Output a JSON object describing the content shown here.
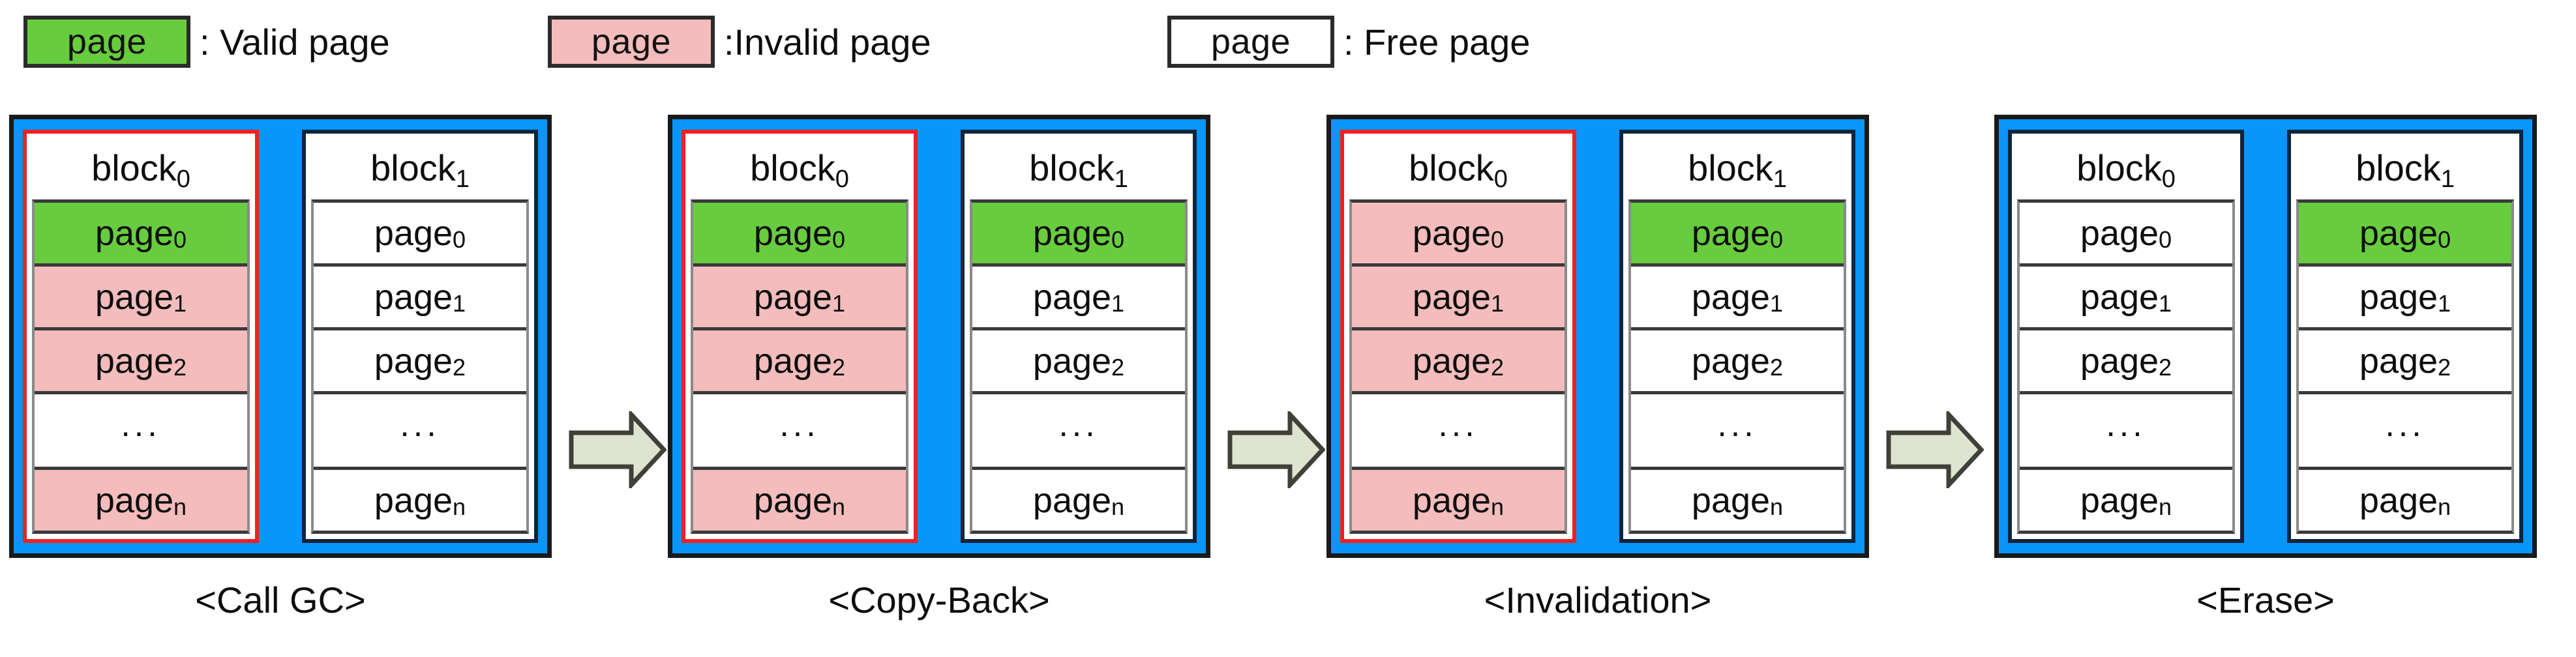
{
  "legend": {
    "items": [
      {
        "swatch_text": "page",
        "swatch_kind": "valid",
        "description": ": Valid page"
      },
      {
        "swatch_text": "page",
        "swatch_kind": "invalid",
        "description": ":Invalid page"
      },
      {
        "swatch_text": "page",
        "swatch_kind": "free",
        "description": ": Free page"
      }
    ]
  },
  "colors": {
    "valid_page": "#68cc3f",
    "invalid_page": "#f4bcbc",
    "free_page": "#ffffff",
    "panel_background": "#0a95fa",
    "selected_block_border": "#ef2121",
    "normal_block_border": "#10253d",
    "arrow_fill": "#dfe4d2",
    "arrow_outline": "#3f4038",
    "text": "#0d0d0d"
  },
  "stages": [
    {
      "label": "<Call GC>",
      "blocks": [
        {
          "title": "block",
          "sub": "0",
          "selected": true,
          "cells": [
            {
              "label": "page",
              "sub": "0",
              "state": "valid"
            },
            {
              "label": "page",
              "sub": "1",
              "state": "invalid"
            },
            {
              "label": "page",
              "sub": "2",
              "state": "invalid"
            },
            {
              "label": "...",
              "sub": "",
              "state": "free"
            },
            {
              "label": "page",
              "sub": "n",
              "state": "invalid"
            }
          ]
        },
        {
          "title": "block",
          "sub": "1",
          "selected": false,
          "cells": [
            {
              "label": "page",
              "sub": "0",
              "state": "free"
            },
            {
              "label": "page",
              "sub": "1",
              "state": "free"
            },
            {
              "label": "page",
              "sub": "2",
              "state": "free"
            },
            {
              "label": "...",
              "sub": "",
              "state": "free"
            },
            {
              "label": "page",
              "sub": "n",
              "state": "free"
            }
          ]
        }
      ]
    },
    {
      "label": "<Copy-Back>",
      "blocks": [
        {
          "title": "block",
          "sub": "0",
          "selected": true,
          "cells": [
            {
              "label": "page",
              "sub": "0",
              "state": "valid"
            },
            {
              "label": "page",
              "sub": "1",
              "state": "invalid"
            },
            {
              "label": "page",
              "sub": "2",
              "state": "invalid"
            },
            {
              "label": "...",
              "sub": "",
              "state": "free"
            },
            {
              "label": "page",
              "sub": "n",
              "state": "invalid"
            }
          ]
        },
        {
          "title": "block",
          "sub": "1",
          "selected": false,
          "cells": [
            {
              "label": "page",
              "sub": "0",
              "state": "valid"
            },
            {
              "label": "page",
              "sub": "1",
              "state": "free"
            },
            {
              "label": "page",
              "sub": "2",
              "state": "free"
            },
            {
              "label": "...",
              "sub": "",
              "state": "free"
            },
            {
              "label": "page",
              "sub": "n",
              "state": "free"
            }
          ]
        }
      ]
    },
    {
      "label": "<Invalidation>",
      "blocks": [
        {
          "title": "block",
          "sub": "0",
          "selected": true,
          "cells": [
            {
              "label": "page",
              "sub": "0",
              "state": "invalid"
            },
            {
              "label": "page",
              "sub": "1",
              "state": "invalid"
            },
            {
              "label": "page",
              "sub": "2",
              "state": "invalid"
            },
            {
              "label": "...",
              "sub": "",
              "state": "free"
            },
            {
              "label": "page",
              "sub": "n",
              "state": "invalid"
            }
          ]
        },
        {
          "title": "block",
          "sub": "1",
          "selected": false,
          "cells": [
            {
              "label": "page",
              "sub": "0",
              "state": "valid"
            },
            {
              "label": "page",
              "sub": "1",
              "state": "free"
            },
            {
              "label": "page",
              "sub": "2",
              "state": "free"
            },
            {
              "label": "...",
              "sub": "",
              "state": "free"
            },
            {
              "label": "page",
              "sub": "n",
              "state": "free"
            }
          ]
        }
      ]
    },
    {
      "label": "<Erase>",
      "blocks": [
        {
          "title": "block",
          "sub": "0",
          "selected": false,
          "cells": [
            {
              "label": "page",
              "sub": "0",
              "state": "free"
            },
            {
              "label": "page",
              "sub": "1",
              "state": "free"
            },
            {
              "label": "page",
              "sub": "2",
              "state": "free"
            },
            {
              "label": "...",
              "sub": "",
              "state": "free"
            },
            {
              "label": "page",
              "sub": "n",
              "state": "free"
            }
          ]
        },
        {
          "title": "block",
          "sub": "1",
          "selected": false,
          "cells": [
            {
              "label": "page",
              "sub": "0",
              "state": "valid"
            },
            {
              "label": "page",
              "sub": "1",
              "state": "free"
            },
            {
              "label": "page",
              "sub": "2",
              "state": "free"
            },
            {
              "label": "...",
              "sub": "",
              "state": "free"
            },
            {
              "label": "page",
              "sub": "n",
              "state": "free"
            }
          ]
        }
      ]
    }
  ],
  "arrows": [
    {
      "icon": "right-arrow-icon"
    },
    {
      "icon": "right-arrow-icon"
    },
    {
      "icon": "right-arrow-icon"
    }
  ]
}
